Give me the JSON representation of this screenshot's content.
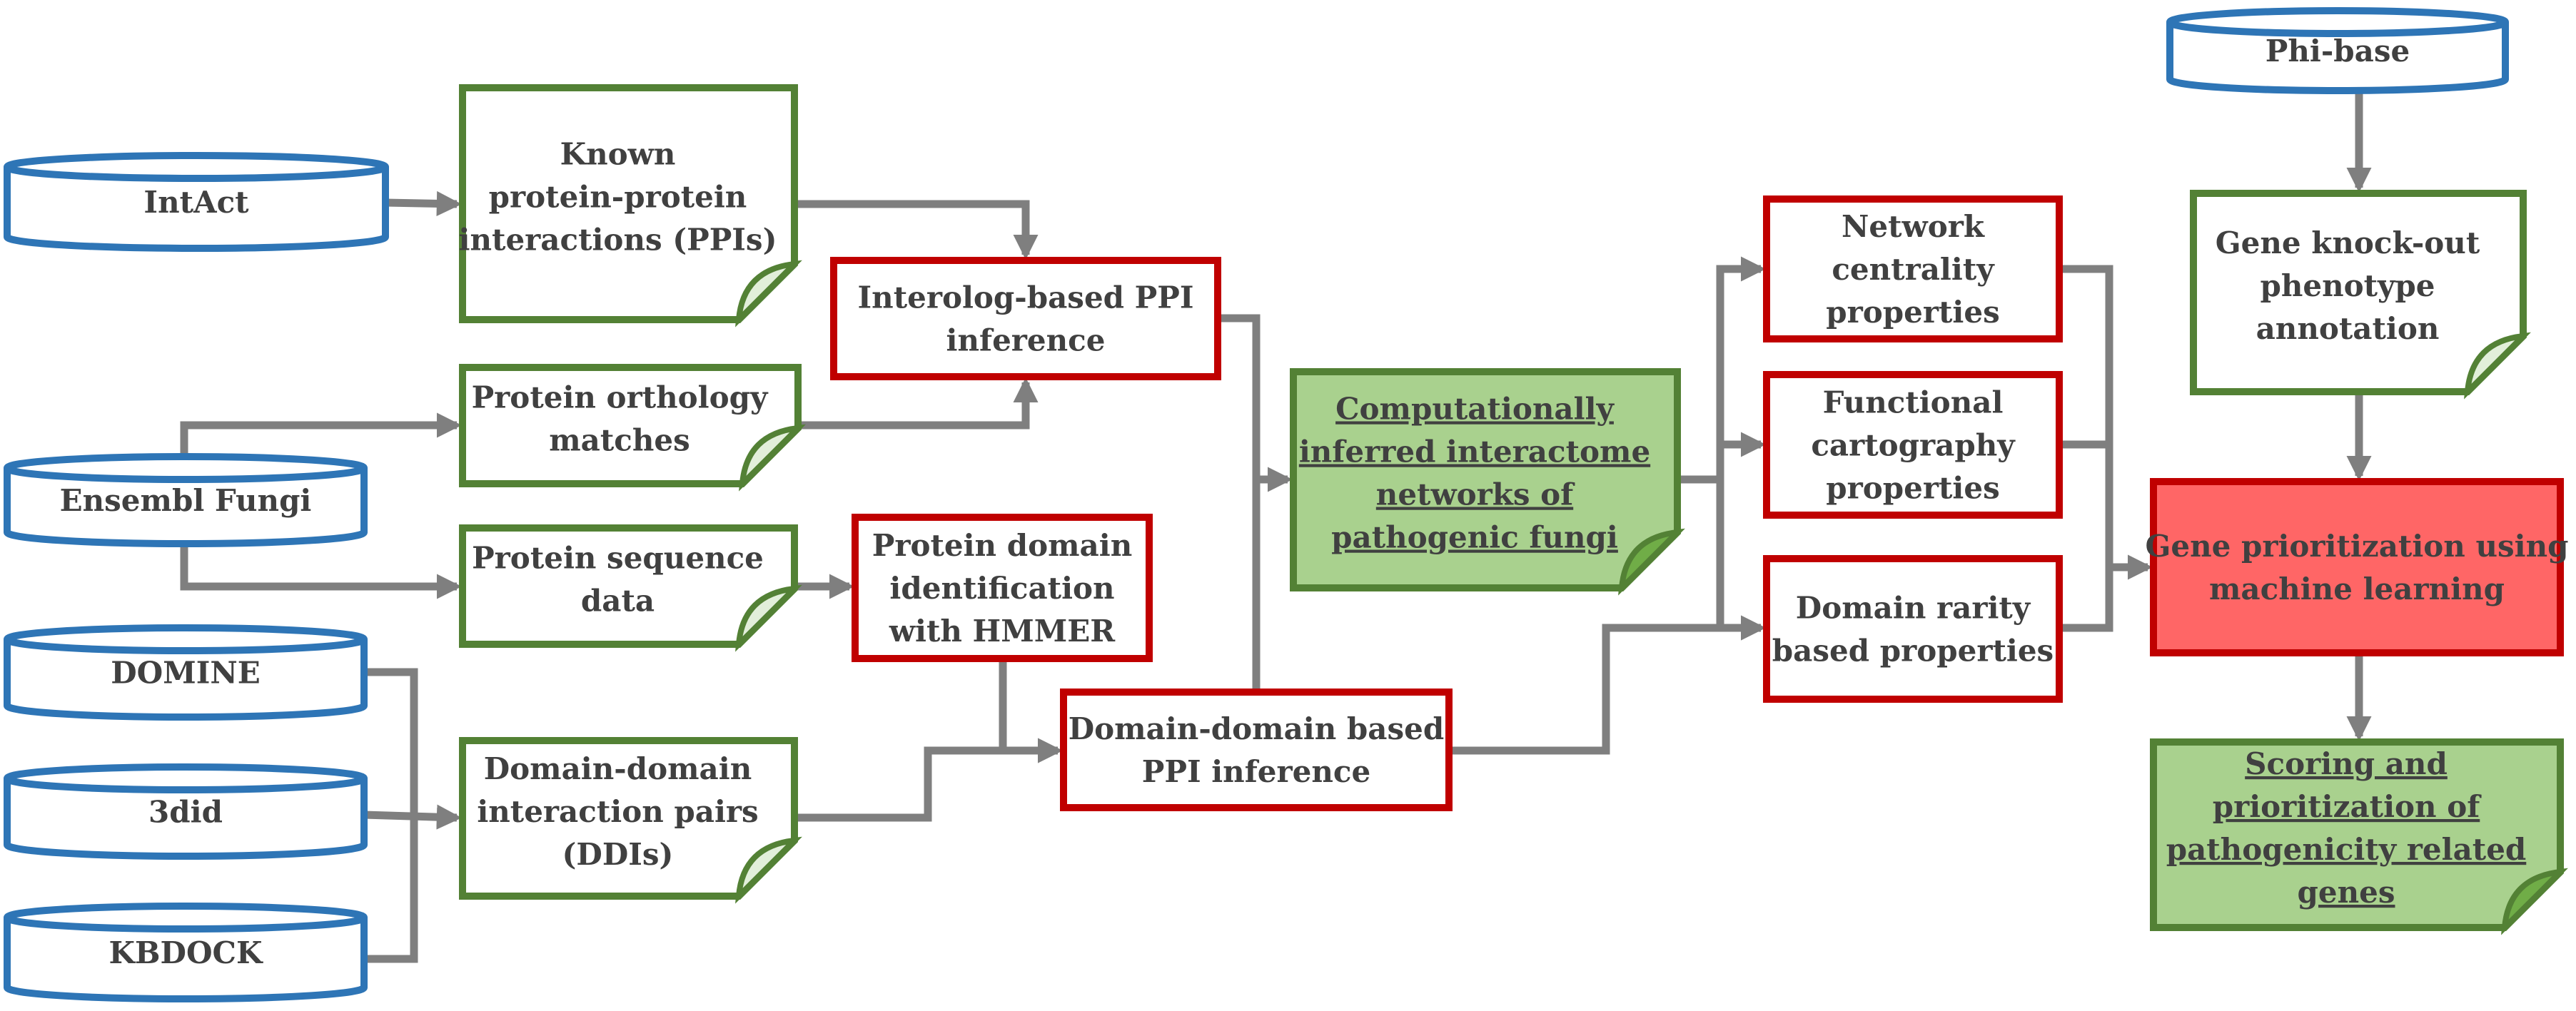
{
  "colors": {
    "database": "#2e75b6",
    "document": "#538135",
    "process": "#c00000",
    "highlight_fill": "#a9d18e",
    "final_fill": "#ff6666",
    "arrow": "#7f7f7f",
    "text": "#404040"
  },
  "nodes": {
    "phibase": {
      "kind": "database",
      "lines": [
        "Phi-base"
      ]
    },
    "intact": {
      "kind": "database",
      "lines": [
        "IntAct"
      ]
    },
    "ensembl": {
      "kind": "database",
      "lines": [
        "Ensembl Fungi"
      ]
    },
    "domine": {
      "kind": "database",
      "lines": [
        "DOMINE"
      ]
    },
    "threedid": {
      "kind": "database",
      "lines": [
        "3did"
      ]
    },
    "kbdock": {
      "kind": "database",
      "lines": [
        "KBDOCK"
      ]
    },
    "known_ppis": {
      "kind": "document",
      "lines": [
        "Known",
        "protein-protein",
        "interactions (PPIs)"
      ]
    },
    "orthology": {
      "kind": "document",
      "lines": [
        "Protein orthology",
        "matches"
      ]
    },
    "sequence": {
      "kind": "document",
      "lines": [
        "Protein sequence",
        "data"
      ]
    },
    "ddi": {
      "kind": "document",
      "lines": [
        "Domain-domain",
        "interaction pairs",
        "(DDIs)"
      ]
    },
    "knockout": {
      "kind": "document",
      "lines": [
        "Gene knock-out",
        "phenotype",
        "annotation"
      ]
    },
    "interolog": {
      "kind": "process",
      "lines": [
        "Interolog-based PPI",
        "inference"
      ]
    },
    "hmmer": {
      "kind": "process",
      "lines": [
        "Protein domain",
        "identification",
        "with HMMER"
      ]
    },
    "domain_ppi": {
      "kind": "process",
      "lines": [
        "Domain-domain based",
        "PPI inference"
      ]
    },
    "interactome": {
      "kind": "highlight",
      "underline": true,
      "lines": [
        "Computationally",
        "inferred interactome",
        "networks of",
        "pathogenic fungi"
      ]
    },
    "centrality": {
      "kind": "process",
      "lines": [
        "Network",
        "centrality",
        "properties"
      ]
    },
    "cartography": {
      "kind": "process",
      "lines": [
        "Functional",
        "cartography",
        "properties"
      ]
    },
    "rarity": {
      "kind": "process",
      "lines": [
        "Domain rarity",
        "based properties"
      ]
    },
    "prioritization": {
      "kind": "final",
      "lines": [
        "Gene prioritization using",
        "machine learning"
      ]
    },
    "scoring": {
      "kind": "highlight",
      "underline": true,
      "lines": [
        "Scoring and",
        "prioritization of",
        "pathogenicity related",
        "genes"
      ]
    }
  },
  "edges": [
    [
      "intact",
      "known_ppis"
    ],
    [
      "known_ppis",
      "interolog"
    ],
    [
      "ensembl",
      "orthology"
    ],
    [
      "orthology",
      "interolog"
    ],
    [
      "ensembl",
      "sequence"
    ],
    [
      "sequence",
      "hmmer"
    ],
    [
      "hmmer",
      "domain_ppi"
    ],
    [
      "domine",
      "ddi"
    ],
    [
      "threedid",
      "ddi"
    ],
    [
      "kbdock",
      "ddi"
    ],
    [
      "ddi",
      "domain_ppi"
    ],
    [
      "interolog",
      "interactome"
    ],
    [
      "domain_ppi",
      "interactome"
    ],
    [
      "interactome",
      "centrality"
    ],
    [
      "interactome",
      "cartography"
    ],
    [
      "interactome",
      "rarity"
    ],
    [
      "domain_ppi",
      "rarity"
    ],
    [
      "centrality",
      "prioritization"
    ],
    [
      "cartography",
      "prioritization"
    ],
    [
      "rarity",
      "prioritization"
    ],
    [
      "phibase",
      "knockout"
    ],
    [
      "knockout",
      "prioritization"
    ],
    [
      "prioritization",
      "scoring"
    ]
  ]
}
